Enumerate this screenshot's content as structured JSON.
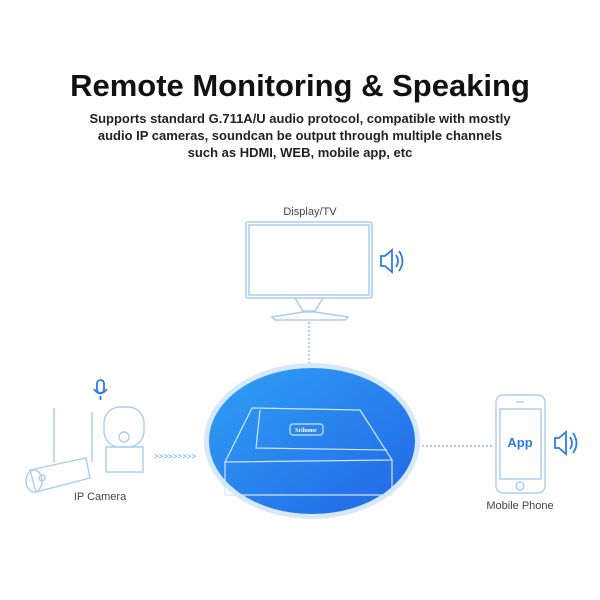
{
  "title": "Remote Monitoring & Speaking",
  "subtitle": [
    "Supports standard G.711A/U audio protocol, compatible with mostly",
    "audio IP cameras, soundcan be output through multiple channels",
    "such as HDMI, WEB, mobile app, etc"
  ],
  "nodes": {
    "display": "Display/TV",
    "camera": "IP Camera",
    "phone": "Mobile Phone",
    "app": "App",
    "brand": "Srihome",
    "chevrons": ">>>>>>>>>"
  },
  "colors": {
    "accent": "#2a7de8",
    "line": "#9cc6f2",
    "nvr": "#3a8ff0"
  }
}
